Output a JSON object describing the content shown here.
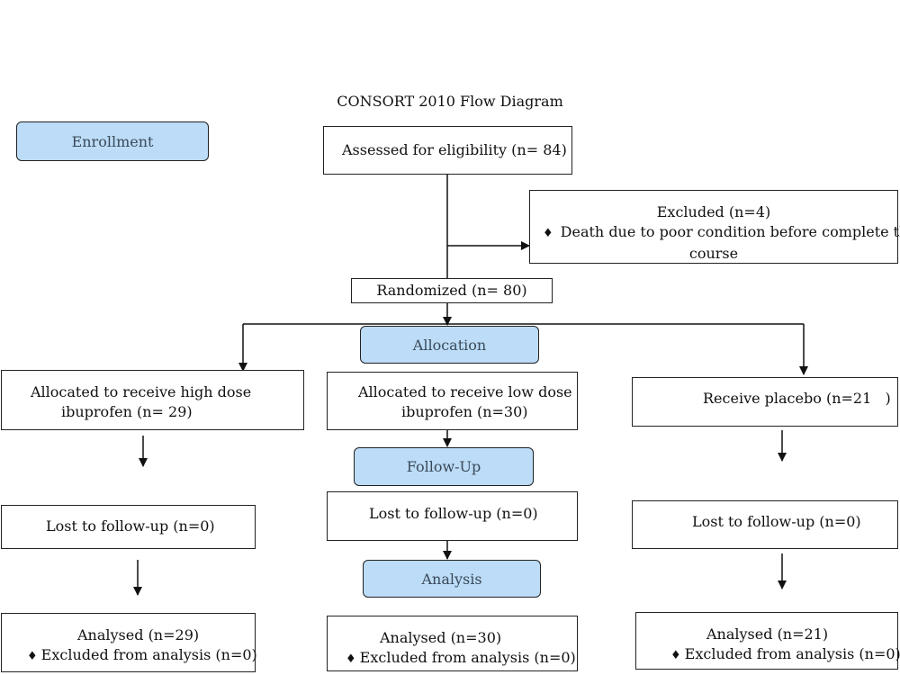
{
  "title": "CONSORT 2010 Flow Diagram",
  "stages": {
    "enrollment": "Enrollment",
    "allocation": "Allocation",
    "follow_up": "Follow-Up",
    "analysis": "Analysis"
  },
  "assessed": "Assessed for eligibility (n= 84)",
  "excluded": {
    "heading": "Excluded (n=4)",
    "bullet": "♦",
    "reason_line1": "Death due to poor condition before complete the",
    "reason_line2": "course"
  },
  "randomized": "Randomized (n= 80)",
  "arms": {
    "high": {
      "alloc_line1": "Allocated to receive high dose",
      "alloc_line2": "ibuprofen (n= 29)",
      "lost": "Lost to follow-up (n=0)",
      "analysed": "Analysed (n=29)",
      "excluded": "Excluded from analysis (n=0)"
    },
    "low": {
      "alloc_line1": "Allocated to receive low dose",
      "alloc_line2": "ibuprofen (n=30)",
      "lost": "Lost to follow-up (n=0)",
      "analysed": "Analysed (n=30)",
      "excluded": "Excluded from analysis (n=0)"
    },
    "placebo": {
      "alloc": "Receive placebo (n=21   )",
      "lost": "Lost to follow-up (n=0)",
      "analysed": "Analysed (n=21)",
      "excluded": "Excluded from analysis (n=0)"
    }
  }
}
